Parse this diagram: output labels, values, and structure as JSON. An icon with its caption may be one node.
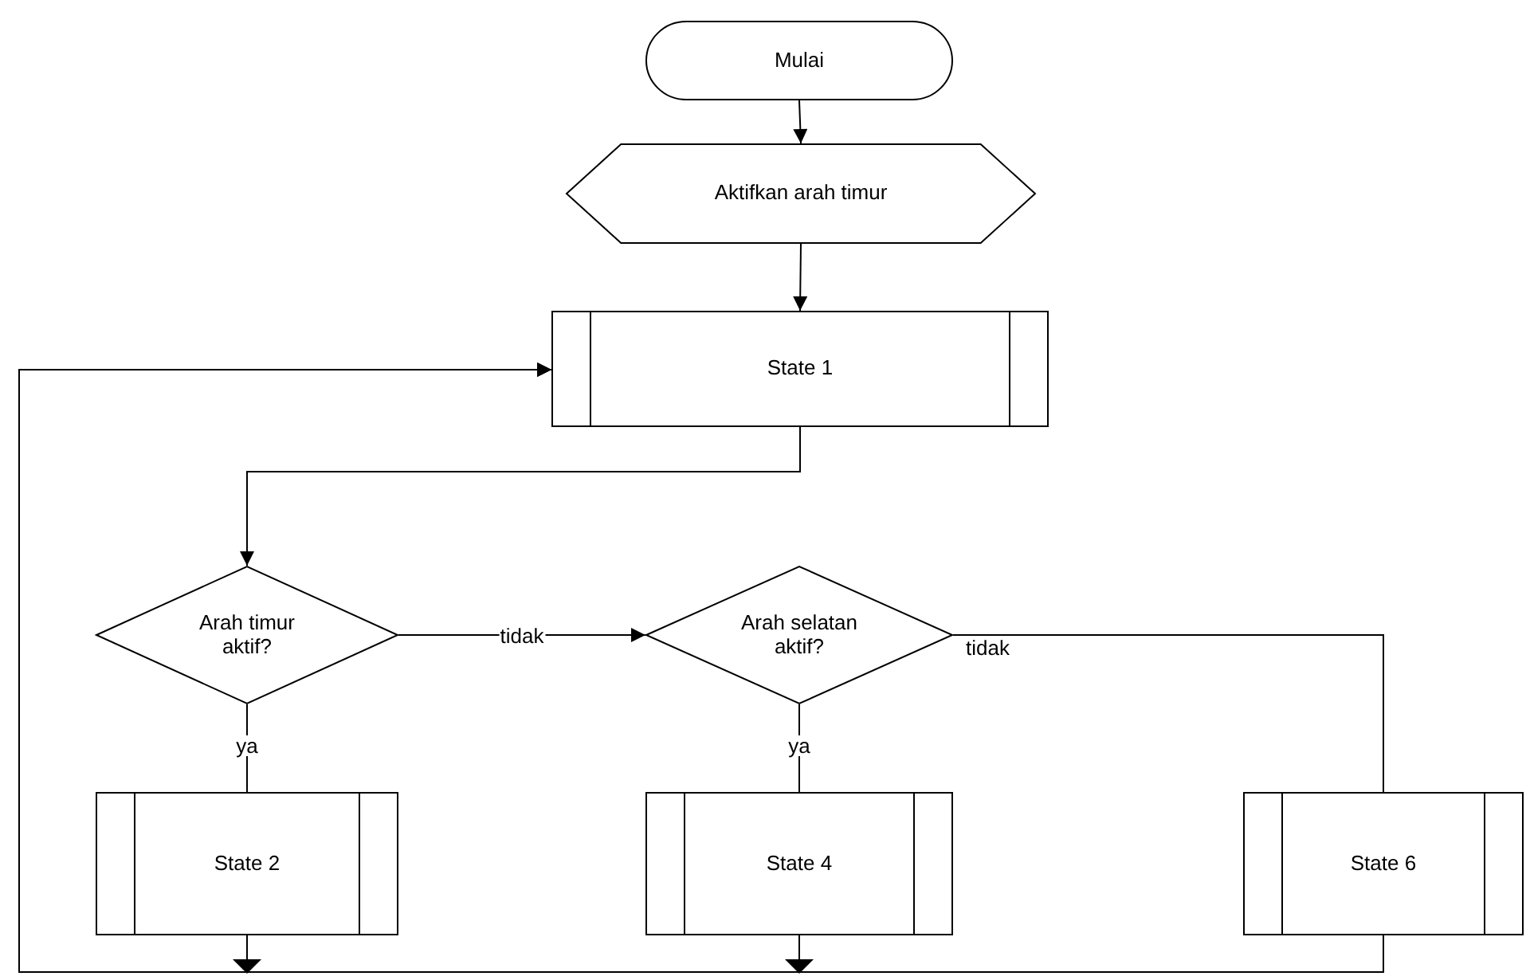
{
  "diagram": {
    "nodes": [
      {
        "text": [
          "Mulai"
        ]
      },
      {
        "text": [
          "Aktifkan arah timur"
        ]
      },
      {
        "text": [
          "State 1"
        ]
      },
      {
        "text": [
          "Arah timur aktif?"
        ]
      },
      {
        "text": [
          "Arah selatan aktif?"
        ]
      },
      {
        "text": [
          "State 2"
        ]
      },
      {
        "text": [
          "State 4"
        ]
      },
      {
        "text": [
          "State 6"
        ]
      }
    ],
    "edges": [
      {
        "from": 0,
        "to": 1,
        "arrow": "to"
      },
      {
        "from": 1,
        "to": 2,
        "arrow": "to"
      },
      {
        "from": 2,
        "to": 3,
        "arrow": "to"
      },
      {
        "from": 3,
        "to": 4,
        "arrow": "to",
        "label": "tidak"
      },
      {
        "from": 3,
        "to": 5,
        "arrow": "none",
        "label": "ya"
      },
      {
        "from": 4,
        "to": 6,
        "arrow": "none",
        "label": "ya"
      },
      {
        "from": 4,
        "to": 7,
        "arrow": "none",
        "label": "tidak"
      },
      {
        "from": 5,
        "to": 2,
        "arrow": "to"
      },
      {
        "from": 6,
        "to": 2,
        "arrow": "to"
      },
      {
        "from": 7,
        "to": 2,
        "arrow": "to"
      }
    ]
  }
}
